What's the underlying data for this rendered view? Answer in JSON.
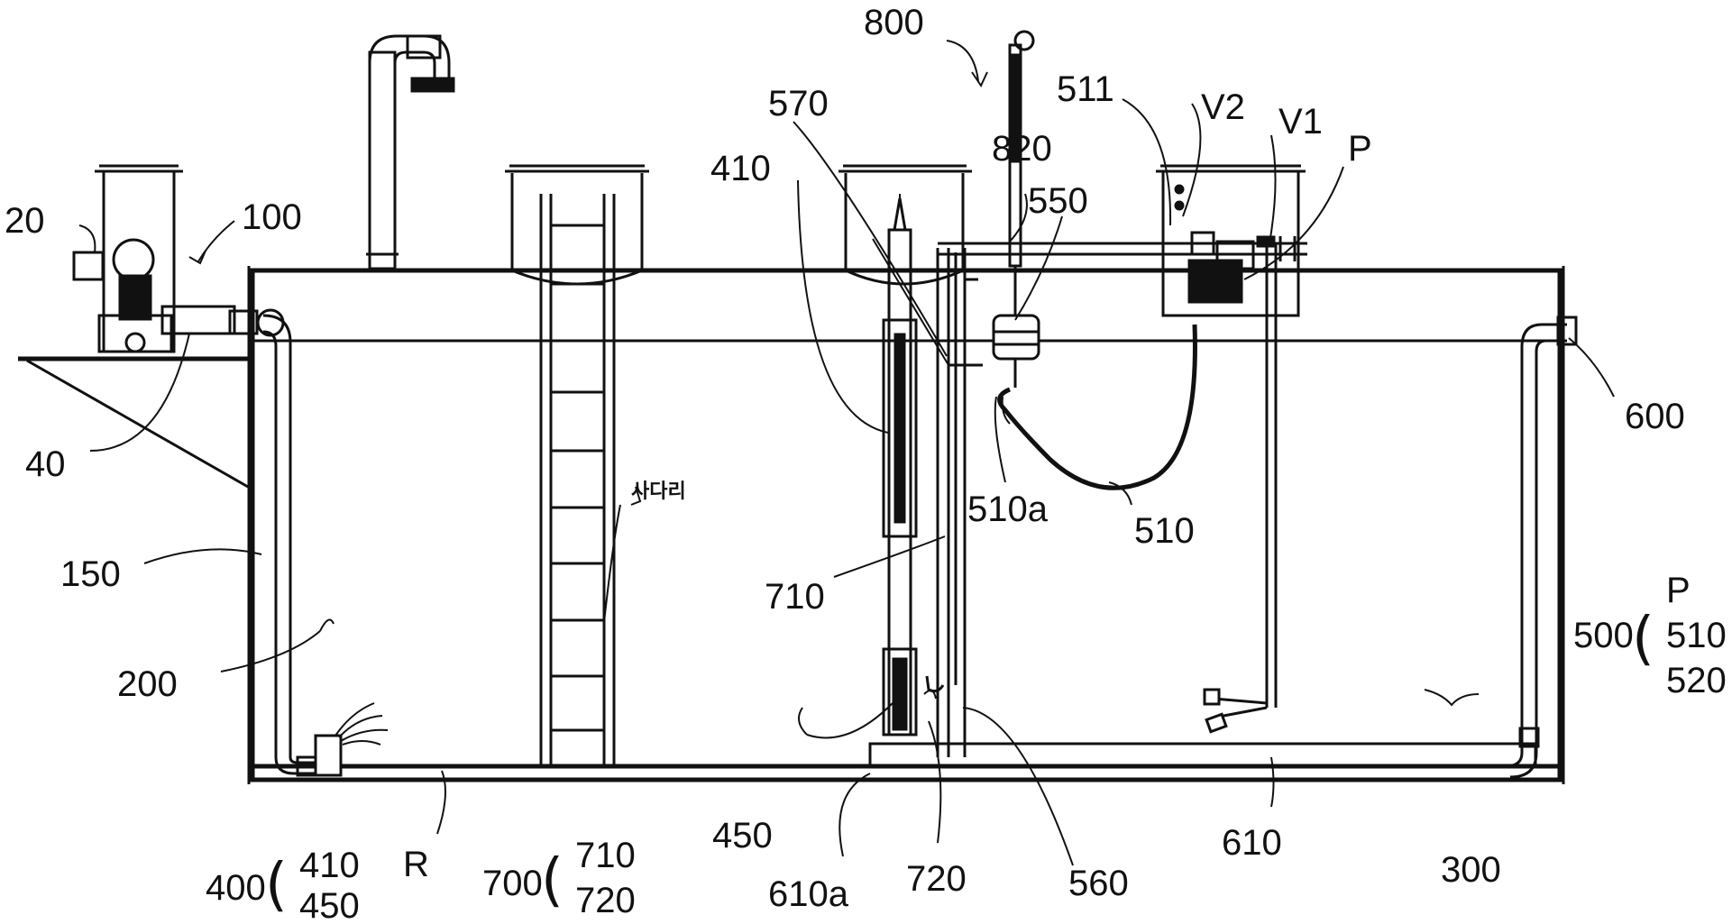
{
  "labels": {
    "l800": "800",
    "l511": "511",
    "lV2": "V2",
    "lV1": "V1",
    "lP_top": "P",
    "l570": "570",
    "l820": "820",
    "l410": "410",
    "l550": "550",
    "l20": "20",
    "l100": "100",
    "l600": "600",
    "l40": "40",
    "l510a": "510a",
    "l510": "510",
    "l150": "150",
    "ladder": "사다리",
    "l710": "710",
    "l200": "200",
    "l300": "300",
    "l450": "450",
    "l610": "610",
    "l720": "720",
    "l560": "560",
    "l610a": "610a",
    "lR": "R"
  },
  "groups": {
    "g400": {
      "label": "400",
      "items": [
        "410",
        "450"
      ]
    },
    "g700": {
      "label": "700",
      "items": [
        "710",
        "720"
      ]
    },
    "g500": {
      "label": "500",
      "items": [
        "P",
        "510",
        "520"
      ]
    }
  },
  "colors": {
    "line": "#111111",
    "background": "#ffffff"
  }
}
